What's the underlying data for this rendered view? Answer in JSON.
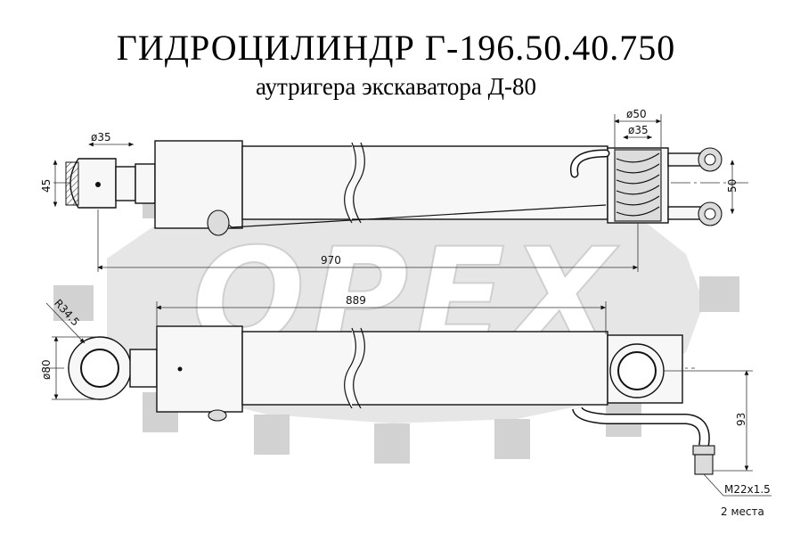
{
  "title": "ГИДРОЦИЛИНДР   Г-196.50.40.750",
  "subtitle": "аутригера экскаватора Д-80",
  "watermark": "OPEX",
  "dimensions": {
    "top_pin_dia": "ø35",
    "top_eye_height": "45",
    "top_collar_outer": "ø50",
    "top_collar_inner": "ø35",
    "port_spacing": "50",
    "overall_length": "970",
    "barrel_length": "889",
    "eye_radius": "R34.5",
    "eye_dia": "ø80",
    "port_height": "93",
    "port_thread": "M22x1.5",
    "port_count": "2 места"
  },
  "colors": {
    "watermark": "#d2d2d2",
    "ink": "#111111"
  }
}
